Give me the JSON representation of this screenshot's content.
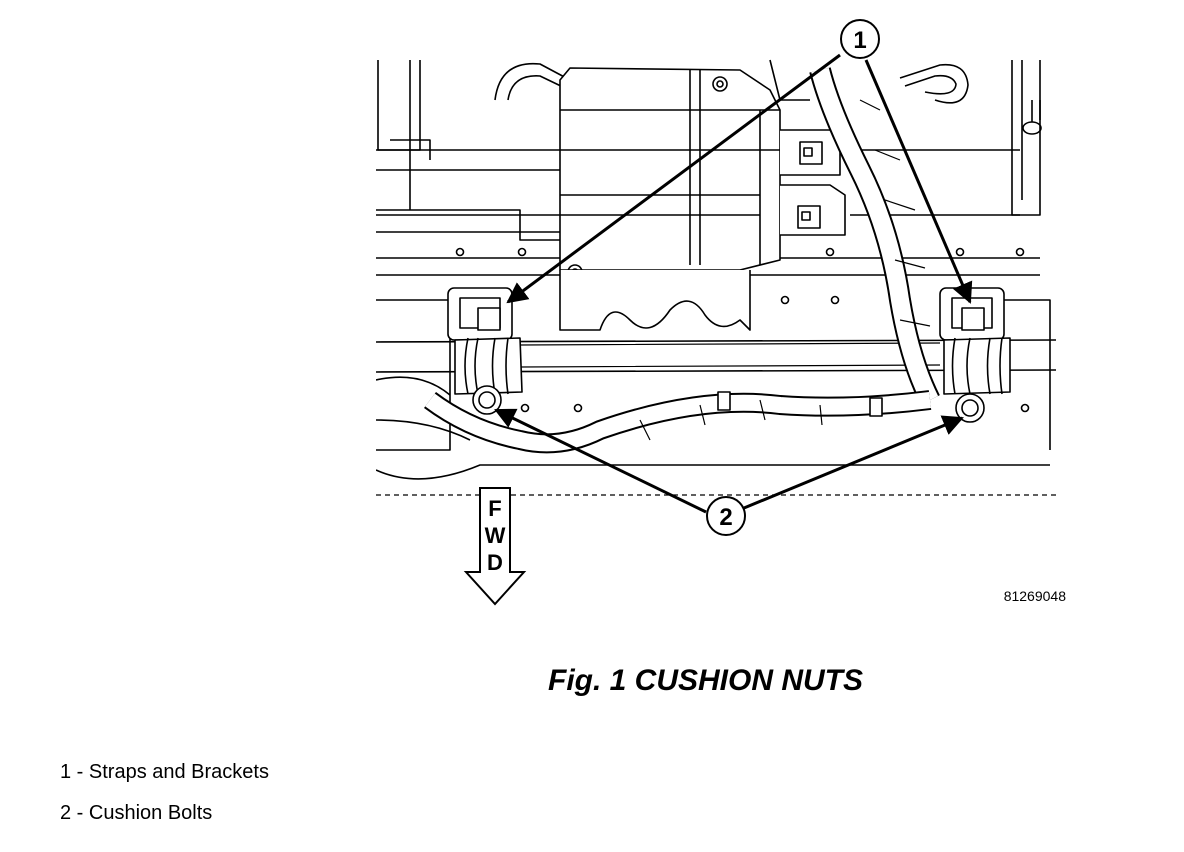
{
  "figure": {
    "callouts": [
      "1",
      "2"
    ],
    "forward_letters": [
      "F",
      "W",
      "D"
    ],
    "part_number": "81269048"
  },
  "caption": "Fig. 1 CUSHION NUTS",
  "legend": [
    "1 - Straps and Brackets",
    "2 - Cushion Bolts"
  ]
}
